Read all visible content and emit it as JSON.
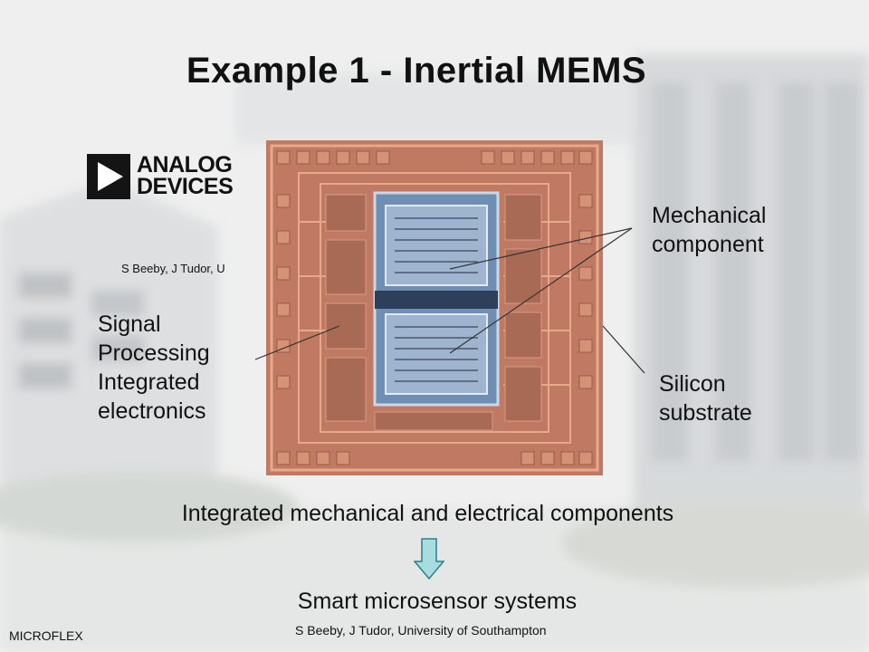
{
  "slide": {
    "title": "Example 1 - Inertial MEMS",
    "logo_line1": "ANALOG",
    "logo_line2": "DEVICES",
    "credit_partial": "S Beeby, J Tudor, U",
    "labels": {
      "mechanical_line1": "Mechanical",
      "mechanical_line2": "component",
      "signal_line1": "Signal",
      "signal_line2": "Processing",
      "signal_line3": "Integrated",
      "signal_line4": "electronics",
      "silicon_line1": "Silicon",
      "silicon_line2": "substrate"
    },
    "caption": "Integrated mechanical and electrical components",
    "result": "Smart microsensor systems",
    "footer_left": "MICROFLEX",
    "footer_credit": "S Beeby, J Tudor, University of Southampton"
  },
  "colors": {
    "chip_base": "#c07a63",
    "chip_trace": "#e8a88a",
    "chip_core": "#8aa6c8",
    "arrow_fill": "#a8dde0",
    "arrow_stroke": "#2c7f8a"
  },
  "icons": {
    "logo": "analog-devices-triangle-icon",
    "arrow": "down-arrow-icon"
  }
}
